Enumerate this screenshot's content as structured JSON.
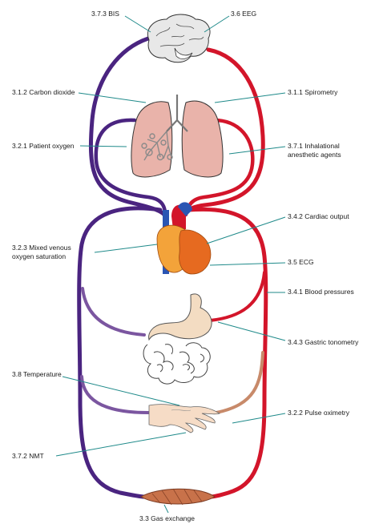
{
  "colors": {
    "venous": "#4a2480",
    "arterial": "#d3152a",
    "leader": "#1f8a8a",
    "organ_brain": "#e8e8e8",
    "organ_lung": "#e9b3aa",
    "organ_heart_light": "#f3a33a",
    "organ_heart_dark": "#e66a20",
    "organ_gut": "#f3dcc2",
    "organ_hand": "#f6dcc6",
    "organ_muscle": "#c8724a",
    "capillary_mix": "#c88a6a",
    "mixed_vessel": "#7b56a0"
  },
  "labels": {
    "bis": "3.7.3 BIS",
    "eeg": "3.6 EEG",
    "co2": "3.1.2 Carbon dioxide",
    "spirometry": "3.1.1 Spirometry",
    "patient_oxygen": "3.2.1 Patient oxygen",
    "inhalational_1": "3.7.1 Inhalational",
    "inhalational_2": "anesthetic agents",
    "cardiac_output": "3.4.2 Cardiac output",
    "mixed_venous_1": "3.2.3 Mixed venous",
    "mixed_venous_2": "oxygen saturation",
    "ecg": "3.5 ECG",
    "blood_pressures": "3.4.1 Blood pressures",
    "gastric": "3.4.3 Gastric tonometry",
    "temperature": "3.8 Temperature",
    "pulse_ox": "3.2.2 Pulse oximetry",
    "nmt": "3.7.2 NMT",
    "gas_exchange": "3.3 Gas exchange"
  },
  "icons": {
    "brain": "brain-icon",
    "lungs": "lungs-icon",
    "heart": "heart-icon",
    "stomach": "stomach-intestines-icon",
    "hand": "hand-icon",
    "muscle": "muscle-icon"
  }
}
